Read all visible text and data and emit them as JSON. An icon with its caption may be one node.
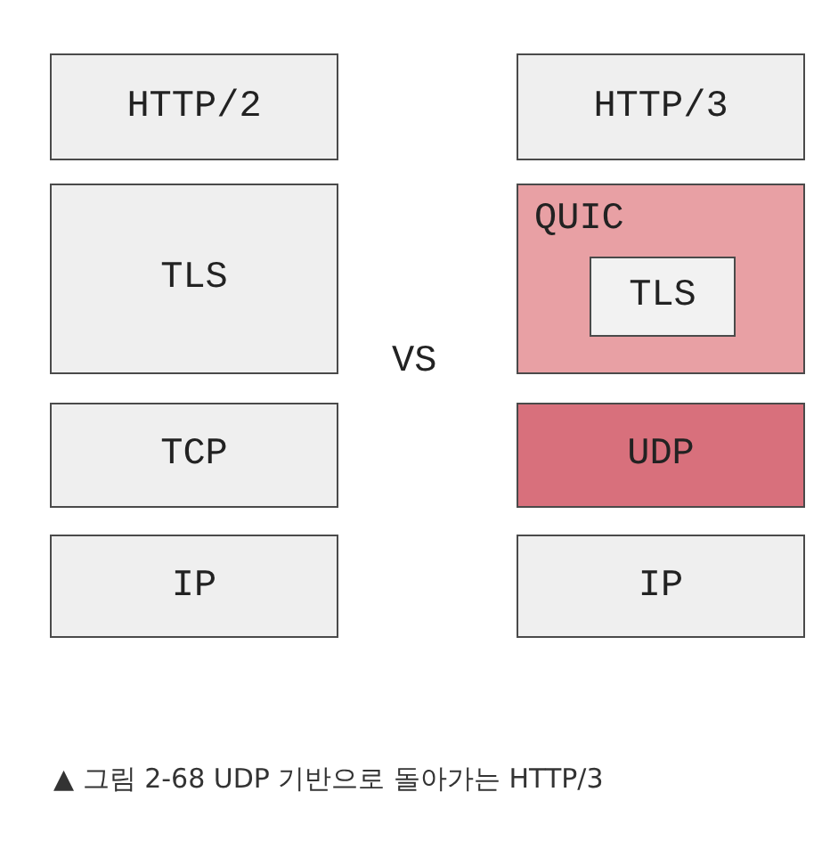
{
  "diagram": {
    "caption": "▲ 그림 2-68 UDP 기반으로 돌아가는 HTTP/3",
    "nodes": [
      {
        "text": [
          "HTTP/2"
        ]
      },
      {
        "text": [
          "TLS"
        ]
      },
      {
        "text": [
          "TCP"
        ]
      },
      {
        "text": [
          "IP"
        ]
      },
      {
        "text": [
          "HTTP/3"
        ]
      },
      {
        "text": [
          "QUIC"
        ]
      },
      {
        "text": [
          "TLS"
        ],
        "in": 5
      },
      {
        "text": [
          "UDP"
        ]
      },
      {
        "text": [
          "IP"
        ]
      }
    ],
    "edges": [],
    "labels": [
      "VS"
    ]
  }
}
